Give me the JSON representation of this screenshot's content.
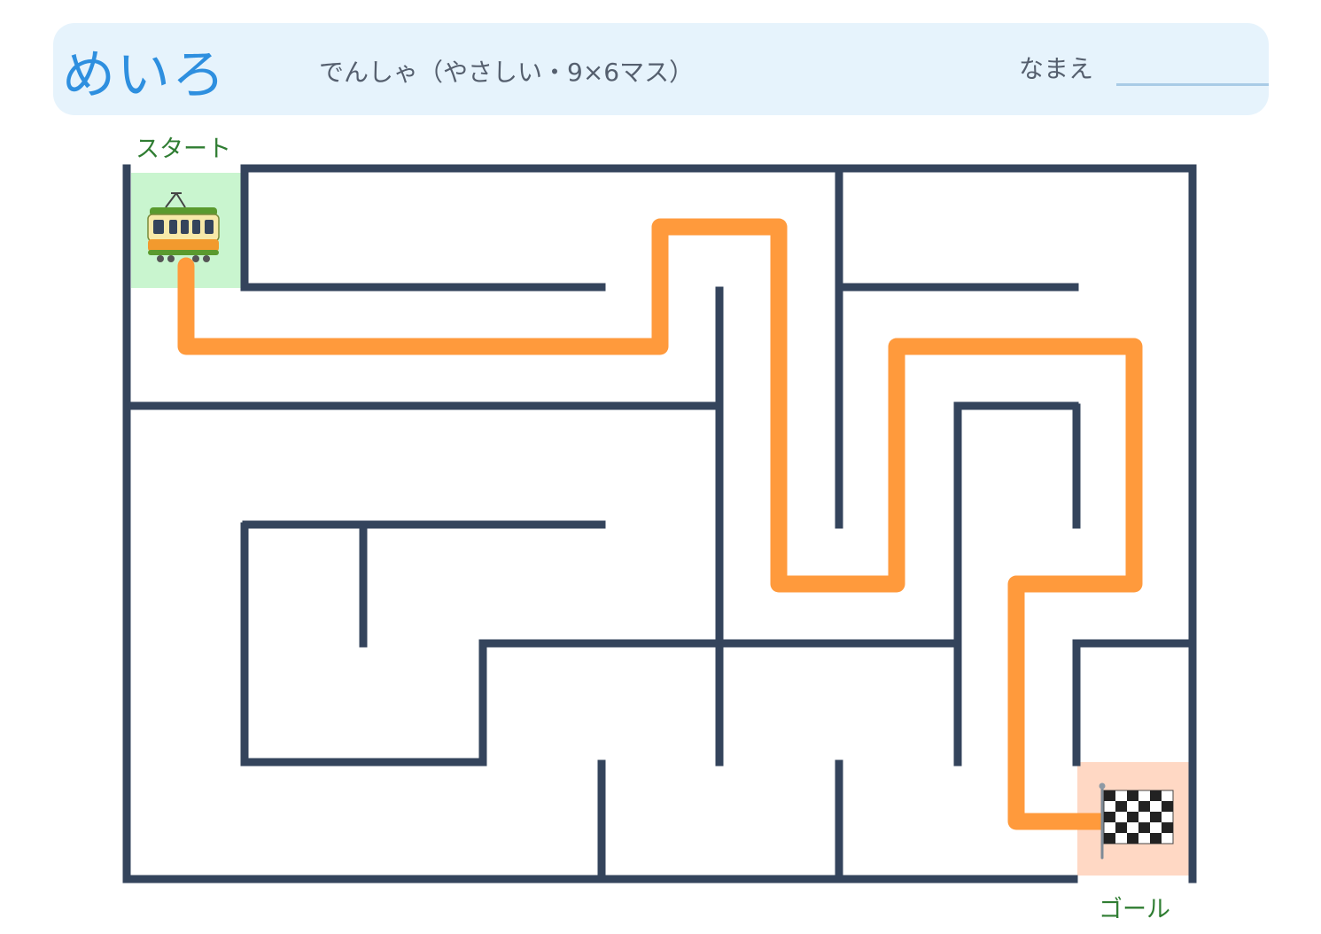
{
  "header": {
    "title": "めいろ",
    "subtitle": "でんしゃ（やさしい・9×6マス）",
    "name_label": "なまえ"
  },
  "maze": {
    "start_label": "スタート",
    "goal_label": "ゴール",
    "start_icon": "train-icon",
    "goal_icon": "checkered-flag-icon",
    "columns": 9,
    "rows": 6,
    "colors": {
      "wall": "#34445c",
      "path": "#ff9a3c",
      "start_cell": "#c9f5cf",
      "goal_cell": "#ffd8c4",
      "header_bg": "#e6f3fc",
      "title": "#2e8fdf",
      "label_green": "#2f7d32"
    }
  }
}
